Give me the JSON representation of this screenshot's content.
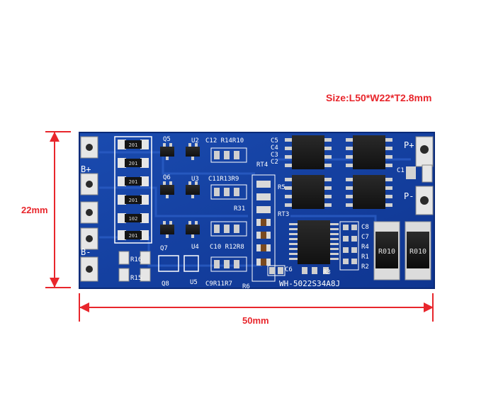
{
  "size_note": "Size:L50*W22*T2.8mm",
  "dim_width": "50mm",
  "dim_height": "22mm",
  "board": {
    "silk_bplus": "B+",
    "silk_bminus": "B-",
    "silk_pplus": "P+",
    "silk_pminus": "P-",
    "part_no": "WH-5022S34A8J",
    "resistor_a": "R010",
    "resistor_b": "R010",
    "labels": {
      "q5": "Q5",
      "q6": "Q6",
      "q7": "Q7",
      "q8": "Q8",
      "u2": "U2",
      "u3": "U3",
      "u4": "U4",
      "u5": "U5",
      "row1": "C12 R14R10",
      "row2": "C11R13R9",
      "row3": "C10 R12R8",
      "row4": "C9R11R7",
      "r3": "R3",
      "r6": "R6",
      "r31": "R31",
      "rt4": "RT4",
      "rt3": "RT3",
      "c1": "C1",
      "c2": "C2",
      "c3": "C3",
      "c4": "C4",
      "c5": "C5",
      "c6": "C6",
      "c7": "C7",
      "c8": "C8",
      "r1": "R1",
      "r2": "R2",
      "r4": "R4",
      "r5": "R5",
      "r15": "R15",
      "r16": "R16",
      "res201": "201",
      "res102": "102"
    }
  },
  "colors": {
    "dimension": "#e8262c",
    "pcb": "#143f9e",
    "silk": "#ffffff"
  }
}
